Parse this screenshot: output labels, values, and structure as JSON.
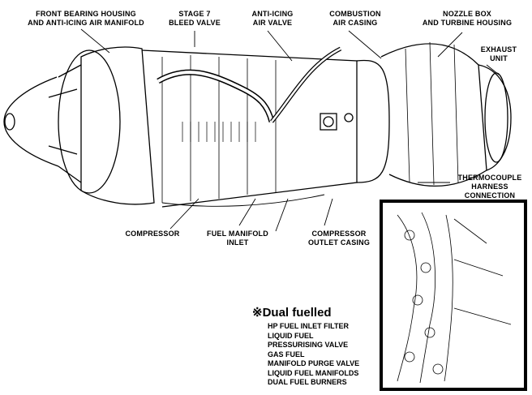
{
  "callouts": {
    "front_bearing_housing": [
      "FRONT BEARING HOUSING",
      "AND ANTI-ICING AIR MANIFOLD"
    ],
    "stage7_bleed_valve": [
      "STAGE 7",
      "BLEED VALVE"
    ],
    "anti_icing_air_valve": [
      "ANTI-ICING",
      "AIR VALVE"
    ],
    "combustion_air_casing": [
      "COMBUSTION",
      "AIR CASING"
    ],
    "nozzle_box": [
      "NOZZLE BOX",
      "AND TURBINE HOUSING"
    ],
    "exhaust_unit": [
      "EXHAUST",
      "UNIT"
    ],
    "thermocouple": [
      "THERMOCOUPLE",
      "HARNESS",
      "CONNECTION"
    ],
    "compressor": [
      "COMPRESSOR"
    ],
    "fuel_manifold_inlet": [
      "FUEL MANIFOLD",
      "INLET"
    ],
    "compressor_outlet_casing": [
      "COMPRESSOR",
      "OUTLET CASING"
    ]
  },
  "legend": {
    "marker": "※",
    "title": "Dual fuelled",
    "items": [
      "HP FUEL INLET FILTER",
      "LIQUID FUEL",
      "PRESSURISING VALVE",
      "GAS FUEL",
      "MANIFOLD  PURGE VALVE",
      "LIQUID FUEL MANIFOLDS",
      "DUAL FUEL BURNERS"
    ]
  },
  "colors": {
    "ink": "#000000",
    "paper": "#ffffff"
  }
}
